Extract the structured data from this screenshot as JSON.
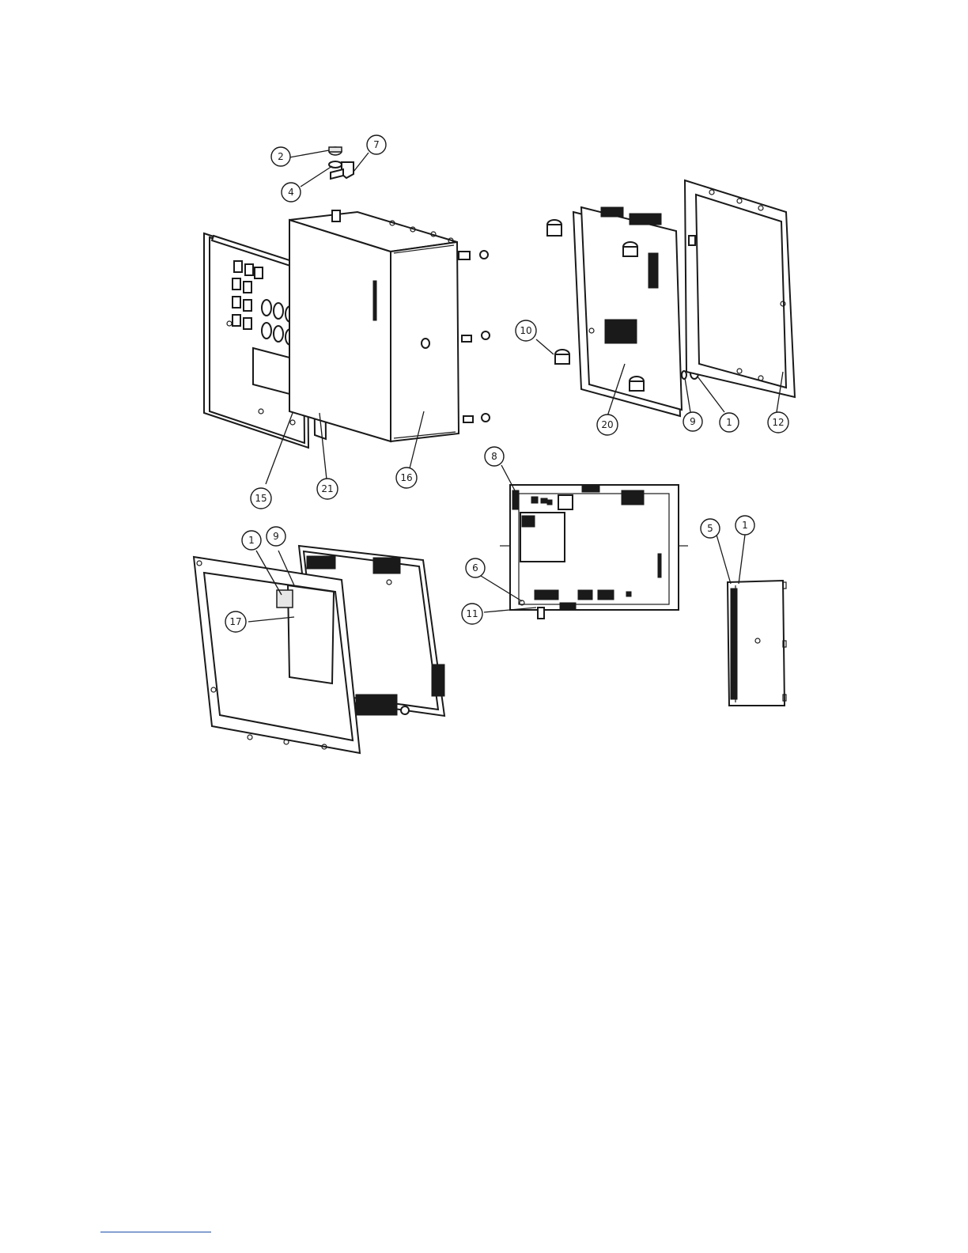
{
  "callouts": {
    "c2": "2",
    "c7": "7",
    "c4": "4",
    "c10": "10",
    "c20": "20",
    "c9a": "9",
    "c1a": "1",
    "c12": "12",
    "c15": "15",
    "c21": "21",
    "c16": "16",
    "c8": "8",
    "c6": "6",
    "c11": "11",
    "c5": "5",
    "c1b": "1",
    "c1c": "1",
    "c9b": "9",
    "c17": "17"
  },
  "colors": {
    "line": "#1a1a1a",
    "footnote_rule": "#1a4fa8",
    "background": "#ffffff"
  }
}
